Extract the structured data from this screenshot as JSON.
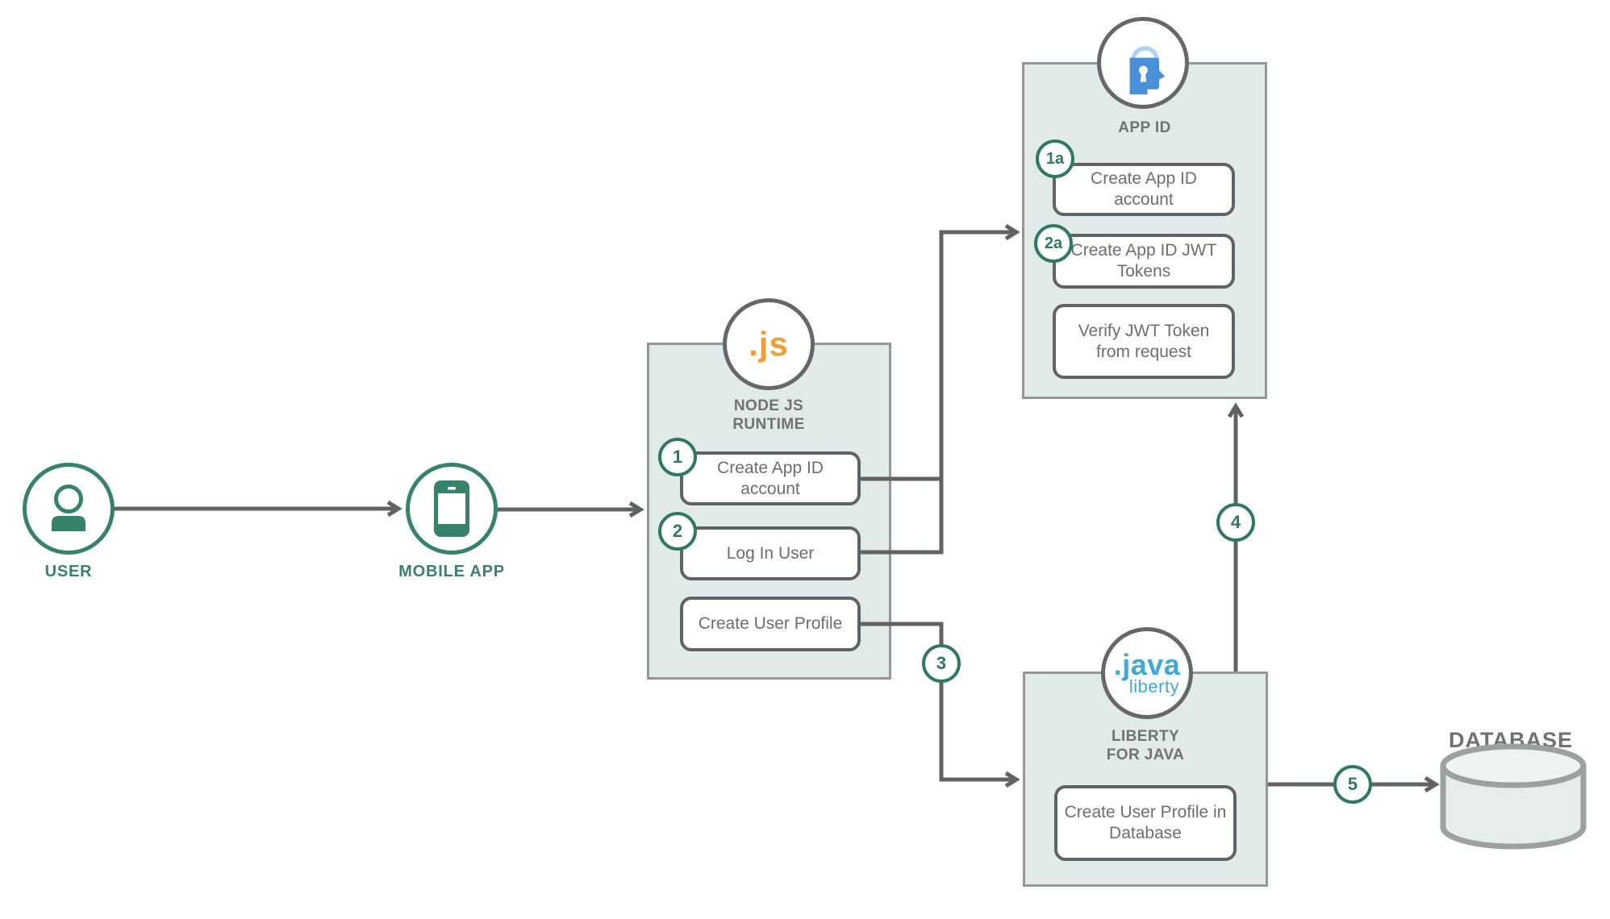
{
  "palette": {
    "green": "#37826a",
    "badge_green": "#2e7a5c",
    "line_gray": "#5f6364",
    "panel_fill": "#e1eae9",
    "panel_border": "#909997",
    "card_border": "#5e6365",
    "card_text": "#6a6f70",
    "title_text": "#6f7473",
    "js_orange": "#f0a032",
    "liberty_blue": "#3fa9d8",
    "appid_blue": "#4a90d9",
    "appid_blue_light": "#abd3f3",
    "db_fill": "#e7edec",
    "db_border": "#9aa19f"
  },
  "nodes": {
    "user": {
      "label": "USER"
    },
    "mobile_app": {
      "label": "MOBILE APP"
    },
    "nodejs": {
      "logo_text": ".js",
      "title": "NODE JS RUNTIME",
      "items": [
        {
          "badge": "1",
          "label": "Create App ID account"
        },
        {
          "badge": "2",
          "label": "Log In User"
        },
        {
          "badge": "",
          "label": "Create User Profile"
        }
      ]
    },
    "app_id": {
      "title": "APP ID",
      "items": [
        {
          "badge": "1a",
          "label": "Create App ID account"
        },
        {
          "badge": "2a",
          "label": "Create App ID JWT Tokens"
        },
        {
          "badge": "",
          "label": "Verify JWT Token from request"
        }
      ]
    },
    "liberty": {
      "logo_line1": ".java",
      "logo_line2": "liberty",
      "title": "LIBERTY FOR JAVA",
      "items": [
        {
          "badge": "",
          "label": "Create User Profile in Database"
        }
      ]
    },
    "database": {
      "label": "DATABASE"
    }
  },
  "flow_badges": {
    "step3": "3",
    "step4": "4",
    "step5": "5"
  }
}
